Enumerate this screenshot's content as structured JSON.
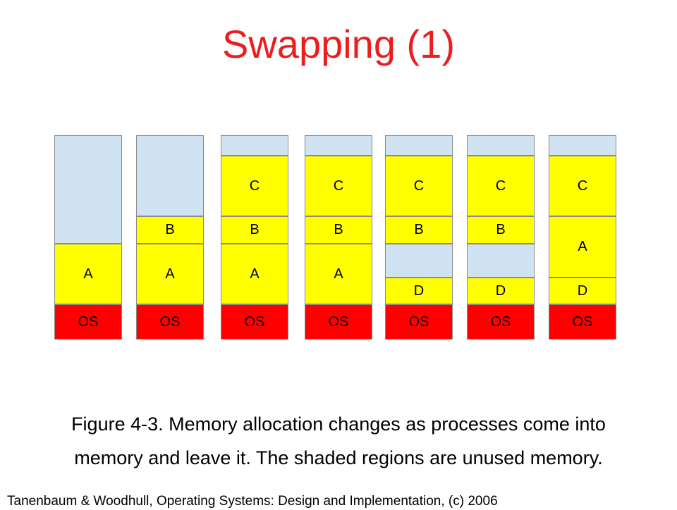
{
  "slide": {
    "title": "Swapping (1)",
    "caption_line1": "Figure 4-3. Memory allocation changes as processes come into",
    "caption_line2": "memory and leave it. The shaded regions are unused memory.",
    "credit": "Tanenbaum & Woodhull, Operating Systems: Design and Implementation, (c) 2006"
  },
  "colors": {
    "title": "#ee1c1c",
    "os": "#ff0000",
    "process": "#ffff00",
    "unused": "#cfe3f2",
    "border": "#8a8a8a"
  },
  "memory_states": [
    {
      "segments": [
        {
          "kind": "unused",
          "label": ""
        },
        {
          "kind": "process",
          "label": "A"
        },
        {
          "kind": "os",
          "label": "OS"
        }
      ]
    },
    {
      "segments": [
        {
          "kind": "unused",
          "label": ""
        },
        {
          "kind": "process",
          "label": "B"
        },
        {
          "kind": "process",
          "label": "A"
        },
        {
          "kind": "os",
          "label": "OS"
        }
      ]
    },
    {
      "segments": [
        {
          "kind": "unused",
          "label": ""
        },
        {
          "kind": "process",
          "label": "C"
        },
        {
          "kind": "process",
          "label": "B"
        },
        {
          "kind": "process",
          "label": "A"
        },
        {
          "kind": "os",
          "label": "OS"
        }
      ]
    },
    {
      "segments": [
        {
          "kind": "unused",
          "label": ""
        },
        {
          "kind": "process",
          "label": "C"
        },
        {
          "kind": "process",
          "label": "B"
        },
        {
          "kind": "process",
          "label": "A"
        },
        {
          "kind": "os",
          "label": "OS"
        }
      ]
    },
    {
      "segments": [
        {
          "kind": "unused",
          "label": ""
        },
        {
          "kind": "process",
          "label": "C"
        },
        {
          "kind": "process",
          "label": "B"
        },
        {
          "kind": "unused",
          "label": ""
        },
        {
          "kind": "process",
          "label": "D"
        },
        {
          "kind": "os",
          "label": "OS"
        }
      ]
    },
    {
      "segments": [
        {
          "kind": "unused",
          "label": ""
        },
        {
          "kind": "process",
          "label": "C"
        },
        {
          "kind": "process",
          "label": "B"
        },
        {
          "kind": "unused",
          "label": ""
        },
        {
          "kind": "process",
          "label": "D"
        },
        {
          "kind": "os",
          "label": "OS"
        }
      ]
    },
    {
      "segments": [
        {
          "kind": "unused",
          "label": ""
        },
        {
          "kind": "process",
          "label": "C"
        },
        {
          "kind": "process",
          "label": "A"
        },
        {
          "kind": "process",
          "label": "D"
        },
        {
          "kind": "os",
          "label": "OS"
        }
      ]
    }
  ]
}
